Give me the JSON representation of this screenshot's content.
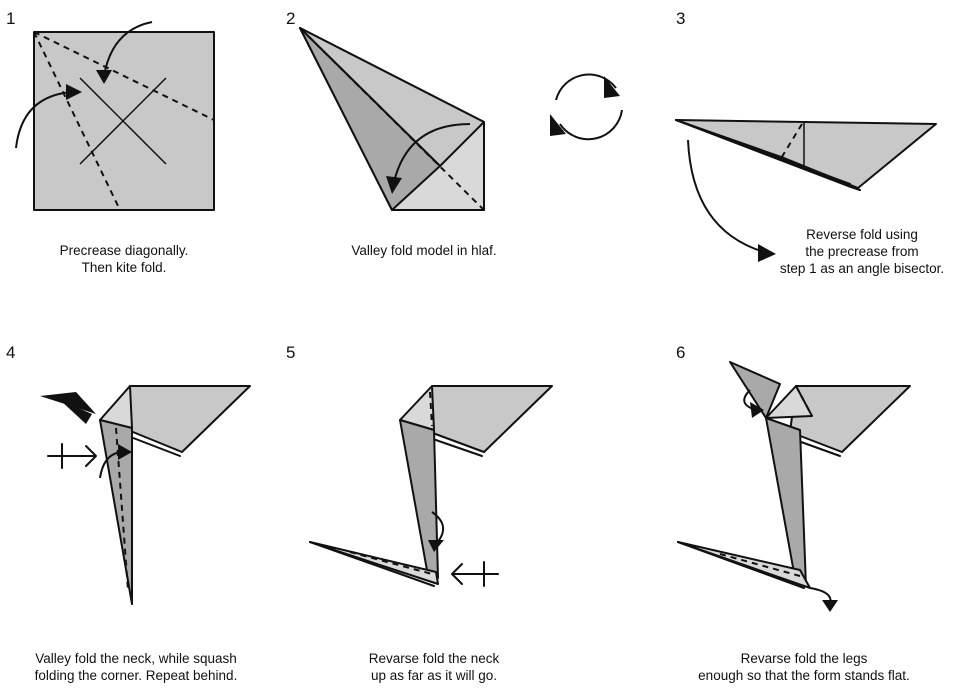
{
  "steps": [
    {
      "number": "1",
      "caption": [
        "Precrease diagonally.",
        "Then kite fold."
      ]
    },
    {
      "number": "2",
      "caption": [
        "Valley fold model in hlaf."
      ]
    },
    {
      "number": "3",
      "caption": [
        "Reverse fold using",
        "the precrease from",
        "step 1 as an angle bisector."
      ]
    },
    {
      "number": "4",
      "caption": [
        "Valley fold the neck, while squash",
        "folding the corner. Repeat behind."
      ]
    },
    {
      "number": "5",
      "caption": [
        "Revarse fold the neck",
        "up as far as it will go."
      ]
    },
    {
      "number": "6",
      "caption": [
        "Revarse fold the legs",
        "enough so that the form stands flat."
      ]
    }
  ],
  "icons": {
    "turn_over": "turn-over-icon",
    "push": "push-arrow-icon",
    "repeat_behind": "repeat-behind-icon"
  },
  "colors": {
    "paper": "#c8c8c8",
    "paper_dark": "#a9a9a9",
    "paper_light": "#d9d9d9",
    "line": "#111111"
  }
}
